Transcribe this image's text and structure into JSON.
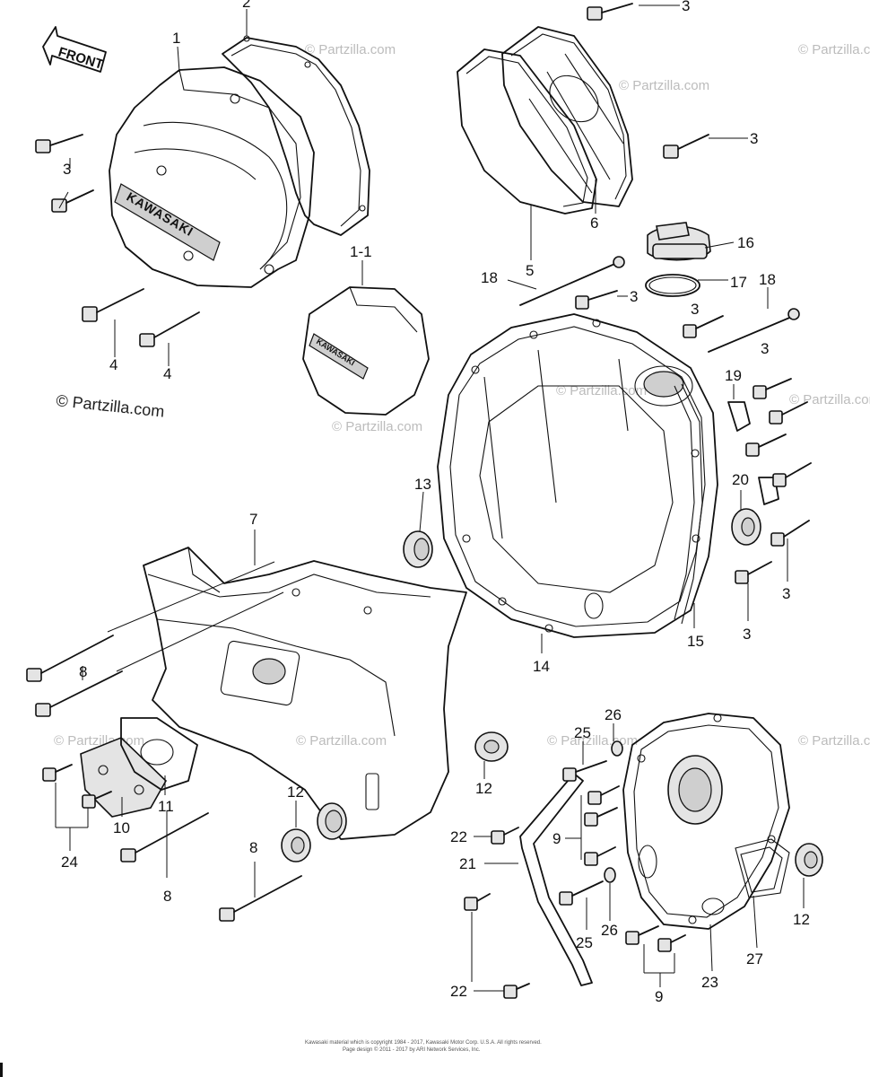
{
  "diagram": {
    "front_arrow": "FRONT",
    "brand_badge": "KAWASAKI",
    "watermark_main": "© Partzilla.com",
    "watermark_faint": "© Partzilla.com",
    "copyright_line_1": "Kawasaki material which is copyright 1984 - 2017, Kawasaki Motor Corp. U.S.A. All rights reserved.",
    "copyright_line_2": "Page design © 2011 - 2017 by ARI Network Services, Inc.",
    "callouts": [
      {
        "id": "c1",
        "text": "1"
      },
      {
        "id": "c2",
        "text": "2"
      },
      {
        "id": "c3a",
        "text": "3"
      },
      {
        "id": "c3b",
        "text": "3"
      },
      {
        "id": "c3c",
        "text": "3"
      },
      {
        "id": "c3d",
        "text": "3"
      },
      {
        "id": "c3e",
        "text": "3"
      },
      {
        "id": "c3f",
        "text": "3"
      },
      {
        "id": "c3g",
        "text": "3"
      },
      {
        "id": "c3h",
        "text": "3"
      },
      {
        "id": "c4a",
        "text": "4"
      },
      {
        "id": "c4b",
        "text": "4"
      },
      {
        "id": "c11b",
        "text": "1-1"
      },
      {
        "id": "c5",
        "text": "5"
      },
      {
        "id": "c6",
        "text": "6"
      },
      {
        "id": "c16",
        "text": "16"
      },
      {
        "id": "c17",
        "text": "17"
      },
      {
        "id": "c18a",
        "text": "18"
      },
      {
        "id": "c18b",
        "text": "18"
      },
      {
        "id": "c19",
        "text": "19"
      },
      {
        "id": "c20",
        "text": "20"
      },
      {
        "id": "c13",
        "text": "13"
      },
      {
        "id": "c14",
        "text": "14"
      },
      {
        "id": "c15",
        "text": "15"
      },
      {
        "id": "c7",
        "text": "7"
      },
      {
        "id": "c8a",
        "text": "8"
      },
      {
        "id": "c8b",
        "text": "8"
      },
      {
        "id": "c8c",
        "text": "8"
      },
      {
        "id": "c10",
        "text": "10"
      },
      {
        "id": "c11",
        "text": "11"
      },
      {
        "id": "c24",
        "text": "24"
      },
      {
        "id": "c12a",
        "text": "12"
      },
      {
        "id": "c12b",
        "text": "12"
      },
      {
        "id": "c12c",
        "text": "12"
      },
      {
        "id": "c25a",
        "text": "25"
      },
      {
        "id": "c26a",
        "text": "26"
      },
      {
        "id": "c25b",
        "text": "25"
      },
      {
        "id": "c26b",
        "text": "26"
      },
      {
        "id": "c9a",
        "text": "9"
      },
      {
        "id": "c9b",
        "text": "9"
      },
      {
        "id": "c22a",
        "text": "22"
      },
      {
        "id": "c21",
        "text": "21"
      },
      {
        "id": "c22b",
        "text": "22"
      },
      {
        "id": "c23",
        "text": "23"
      },
      {
        "id": "c27",
        "text": "27"
      }
    ]
  }
}
